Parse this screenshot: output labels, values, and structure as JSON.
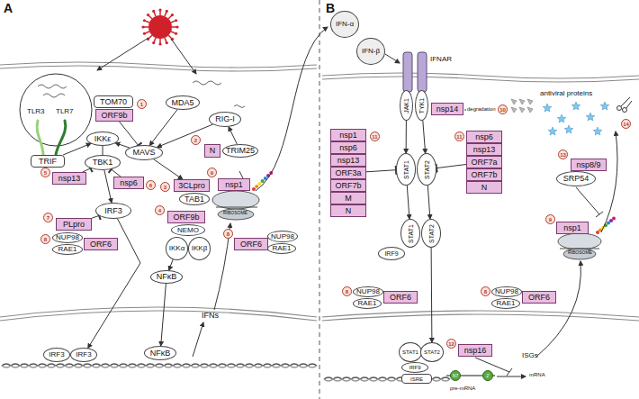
{
  "diagram": {
    "nodes": [
      {
        "text": [
          "TOM70"
        ]
      },
      {
        "text": [
          "ORF9b"
        ]
      },
      {
        "text": [
          "MDA5"
        ]
      },
      {
        "text": [
          "RIG-I"
        ]
      },
      {
        "text": [
          "N"
        ]
      },
      {
        "text": [
          "TRIM25"
        ]
      },
      {
        "text": [
          "MAVS"
        ]
      },
      {
        "text": [
          "IKKε"
        ]
      },
      {
        "text": [
          "TBK1"
        ]
      },
      {
        "text": [
          "nsp13"
        ]
      },
      {
        "text": [
          "nsp6"
        ]
      },
      {
        "text": [
          "IRF3"
        ]
      },
      {
        "text": [
          "PLpro"
        ]
      },
      {
        "text": [
          "NUP98"
        ]
      },
      {
        "text": [
          "RAE1"
        ]
      },
      {
        "text": [
          "ORF6"
        ]
      },
      {
        "text": [
          "TRIF"
        ]
      },
      {
        "text": [
          "3CLpro"
        ]
      },
      {
        "text": [
          "TAB1"
        ]
      },
      {
        "text": [
          "ORF9b"
        ]
      },
      {
        "text": [
          "NEMO"
        ]
      },
      {
        "text": [
          "IKKα"
        ]
      },
      {
        "text": [
          "IKKβ"
        ]
      },
      {
        "text": [
          "NFκB"
        ]
      },
      {
        "text": [
          "nsp1"
        ]
      },
      {
        "text": [
          "ORF6"
        ]
      },
      {
        "text": [
          "NUP98"
        ]
      },
      {
        "text": [
          "RAE1"
        ]
      },
      {
        "text": [
          "IRF3"
        ]
      },
      {
        "text": [
          "IRF3"
        ]
      },
      {
        "text": [
          "NFκB"
        ]
      },
      {
        "text": [
          "IFN-α"
        ]
      },
      {
        "text": [
          "IFN-β"
        ]
      },
      {
        "text": [
          "JAK1"
        ]
      },
      {
        "text": [
          "TYK1"
        ]
      },
      {
        "text": [
          "nsp14"
        ]
      },
      {
        "text": [
          "nsp1"
        ]
      },
      {
        "text": [
          "nsp6"
        ]
      },
      {
        "text": [
          "nsp13"
        ]
      },
      {
        "text": [
          "ORF3a"
        ]
      },
      {
        "text": [
          "ORF7b"
        ]
      },
      {
        "text": [
          "M"
        ]
      },
      {
        "text": [
          "N"
        ]
      },
      {
        "text": [
          "nsp6"
        ]
      },
      {
        "text": [
          "nsp13"
        ]
      },
      {
        "text": [
          "ORF7a"
        ]
      },
      {
        "text": [
          "ORF7b"
        ]
      },
      {
        "text": [
          "N"
        ]
      },
      {
        "text": [
          "STAT1"
        ]
      },
      {
        "text": [
          "STAT2"
        ]
      },
      {
        "text": [
          "STAT1"
        ]
      },
      {
        "text": [
          "STAT2"
        ]
      },
      {
        "text": [
          "IRF9"
        ]
      },
      {
        "text": [
          "NUP98"
        ]
      },
      {
        "text": [
          "RAE1"
        ]
      },
      {
        "text": [
          "ORF6"
        ]
      },
      {
        "text": [
          "STAT1"
        ]
      },
      {
        "text": [
          "STAT2"
        ]
      },
      {
        "text": [
          "IRF9"
        ]
      },
      {
        "text": [
          "ISRE"
        ]
      },
      {
        "text": [
          "nsp16"
        ]
      },
      {
        "text": [
          "nsp1"
        ]
      },
      {
        "text": [
          "nsp8/9"
        ]
      },
      {
        "text": [
          "SRP54"
        ]
      },
      {
        "text": [
          "NUP98"
        ]
      },
      {
        "text": [
          "RAE1"
        ]
      },
      {
        "text": [
          "ORF6"
        ]
      },
      {
        "text": [
          "N7"
        ]
      },
      {
        "text": [
          "2'"
        ]
      }
    ],
    "edges": [
      {
        "from": 2,
        "to": 6,
        "arrow": "to"
      },
      {
        "from": 3,
        "to": 6,
        "arrow": "to"
      },
      {
        "from": 1,
        "to": 6,
        "arrow": "to"
      },
      {
        "from": 6,
        "to": 7,
        "arrow": "to"
      },
      {
        "from": 16,
        "to": 7,
        "arrow": "to"
      },
      {
        "from": 7,
        "to": 8,
        "arrow": "none"
      },
      {
        "from": 8,
        "to": 11,
        "arrow": "to"
      },
      {
        "from": 10,
        "to": 8,
        "arrow": "to"
      },
      {
        "from": 9,
        "to": 8,
        "arrow": "to"
      },
      {
        "from": 12,
        "to": 11,
        "arrow": "to"
      },
      {
        "from": 11,
        "to": 29,
        "arrow": "to"
      },
      {
        "from": 6,
        "to": 17,
        "arrow": "to"
      },
      {
        "from": 21,
        "to": 23,
        "arrow": "to"
      },
      {
        "from": 23,
        "to": 30,
        "arrow": "to"
      },
      {
        "from": 5,
        "to": 3,
        "arrow": "to"
      },
      {
        "from": 33,
        "to": 48,
        "arrow": "to"
      },
      {
        "from": 34,
        "to": 49,
        "arrow": "to"
      },
      {
        "from": 39,
        "to": 48,
        "arrow": "to"
      },
      {
        "from": 45,
        "to": 49,
        "arrow": "to"
      },
      {
        "from": 48,
        "to": 50,
        "arrow": "to"
      },
      {
        "from": 49,
        "to": 51,
        "arrow": "to"
      },
      {
        "from": 51,
        "to": 57,
        "arrow": "to"
      },
      {
        "from": 62,
        "to": 63,
        "arrow": "none"
      }
    ],
    "labels": [
      "A",
      "B",
      "TLR3",
      "TLR7",
      "IFNs",
      "RIBOSOME",
      "IFNAR",
      "degradation",
      "antiviral proteins",
      "pre-mRNA",
      "mRNA",
      "ISGs",
      "RIBOSOME",
      "1",
      "2",
      "3",
      "4",
      "5",
      "6",
      "7",
      "8",
      "8",
      "9",
      "11",
      "11",
      "10",
      "14",
      "13",
      "9",
      "8",
      "8",
      "12"
    ]
  }
}
